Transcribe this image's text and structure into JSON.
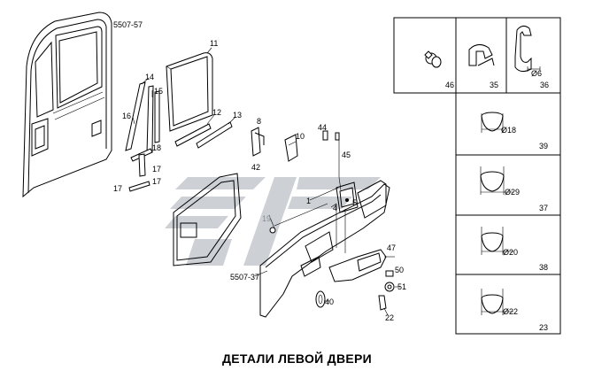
{
  "caption": "ДЕТАЛИ ЛЕВОЙ ДВЕРИ",
  "colors": {
    "line": "#000000",
    "watermark": "#c8cdd2"
  },
  "watermark": "logo-graphic",
  "refs": {
    "door": "5507-57",
    "trim": "5507-37"
  },
  "callouts": {
    "c11": "11",
    "c14": "14",
    "c15": "15",
    "c16": "16",
    "c12": "12",
    "c13": "13",
    "c18": "18",
    "c17a": "17",
    "c17b": "17",
    "c17c": "17",
    "c8": "8",
    "c10": "10",
    "c44": "44",
    "c45": "45",
    "c42": "42",
    "c19": "19",
    "c1": "1",
    "c4": "4",
    "c5": "5",
    "c47": "47",
    "c50": "50",
    "c51": "51",
    "c40": "40",
    "c22": "22"
  },
  "grid": {
    "cells": [
      {
        "num": "46"
      },
      {
        "num": "35"
      },
      {
        "num": "36",
        "dim": "Ø6"
      },
      {
        "num": "39",
        "dim": "Ø18"
      },
      {
        "num": "37",
        "dim": "Ø29"
      },
      {
        "num": "38",
        "dim": "Ø20"
      },
      {
        "num": "23",
        "dim": "Ø22"
      }
    ]
  }
}
